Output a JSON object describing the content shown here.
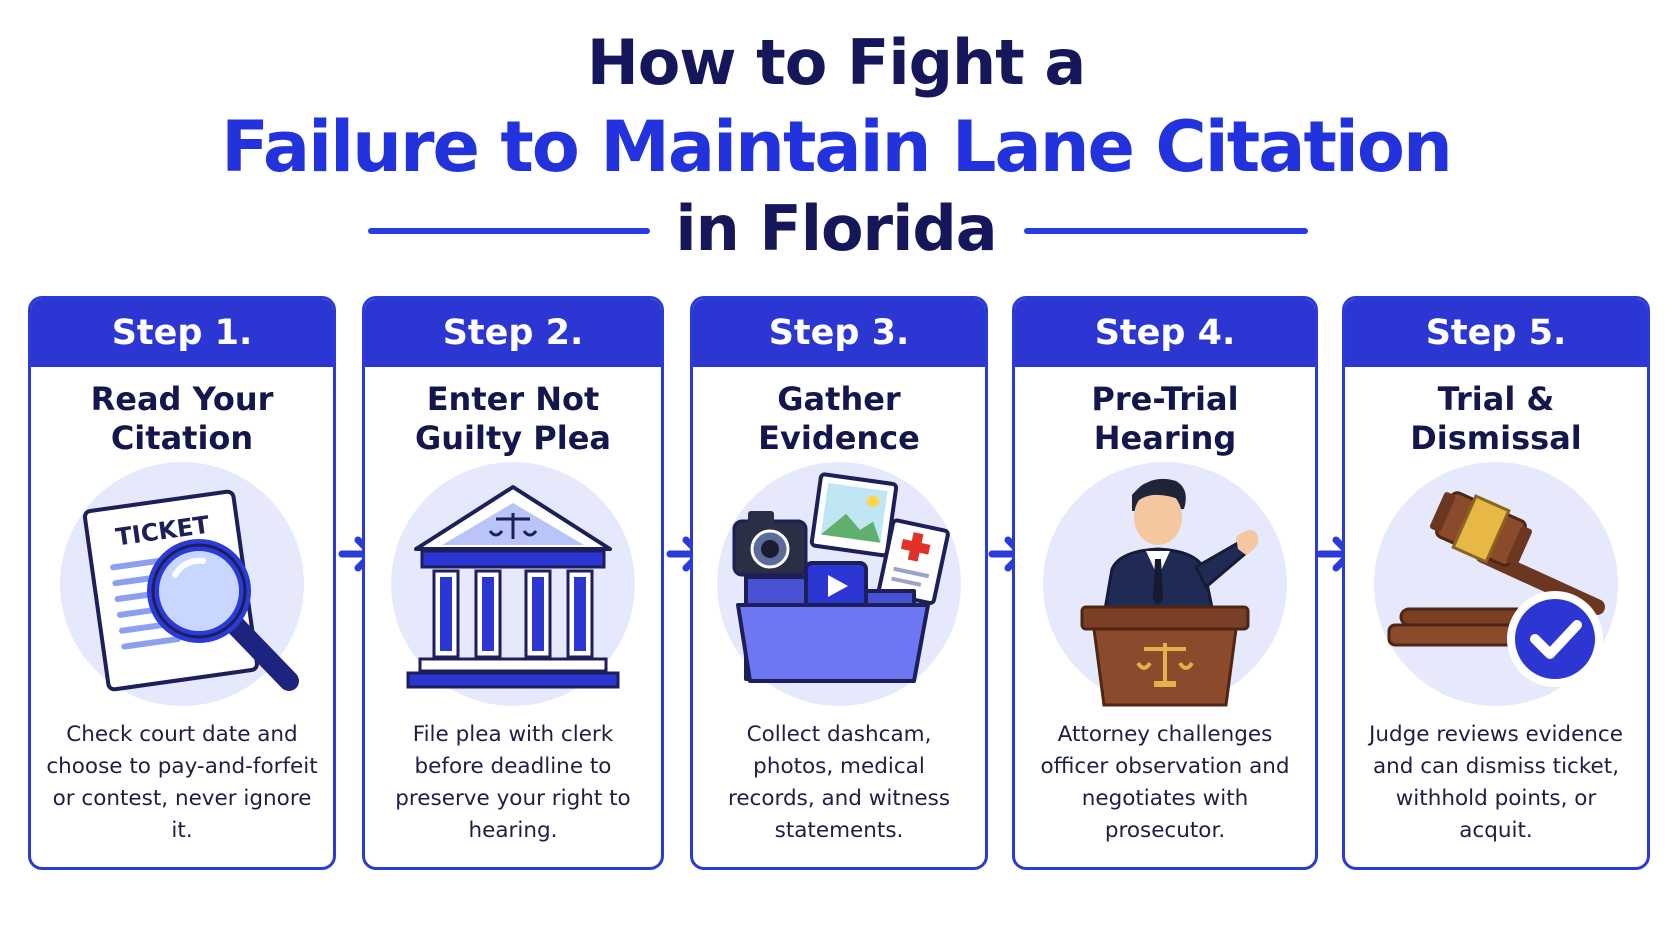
{
  "title": {
    "line1": "How to Fight a",
    "line2": "Failure to Maintain Lane Citation",
    "line3": "in Florida"
  },
  "colors": {
    "primary_blue": "#2c36d2",
    "navy": "#16165a",
    "accent_blue": "#2233dd"
  },
  "steps": [
    {
      "label": "Step 1.",
      "title": "Read Your Citation",
      "icon": "ticket-magnifier-icon",
      "ticket_text": "TICKET",
      "description": "Check court date and choose to pay-and-forfeit or contest, never ignore it."
    },
    {
      "label": "Step 2.",
      "title": "Enter Not Guilty Plea",
      "icon": "courthouse-icon",
      "description": "File plea with clerk before deadline to preserve your right to hearing."
    },
    {
      "label": "Step 3.",
      "title": "Gather Evidence",
      "icon": "evidence-folder-icon",
      "description": "Collect dashcam, photos, medical records, and witness statements."
    },
    {
      "label": "Step 4.",
      "title": "Pre-Trial Hearing",
      "icon": "attorney-podium-icon",
      "description": "Attorney challenges officer observation and negotiates with prosecutor."
    },
    {
      "label": "Step 5.",
      "title": "Trial & Dismissal",
      "icon": "gavel-check-icon",
      "description": "Judge reviews evidence and can dismiss ticket, withhold points, or acquit."
    }
  ]
}
